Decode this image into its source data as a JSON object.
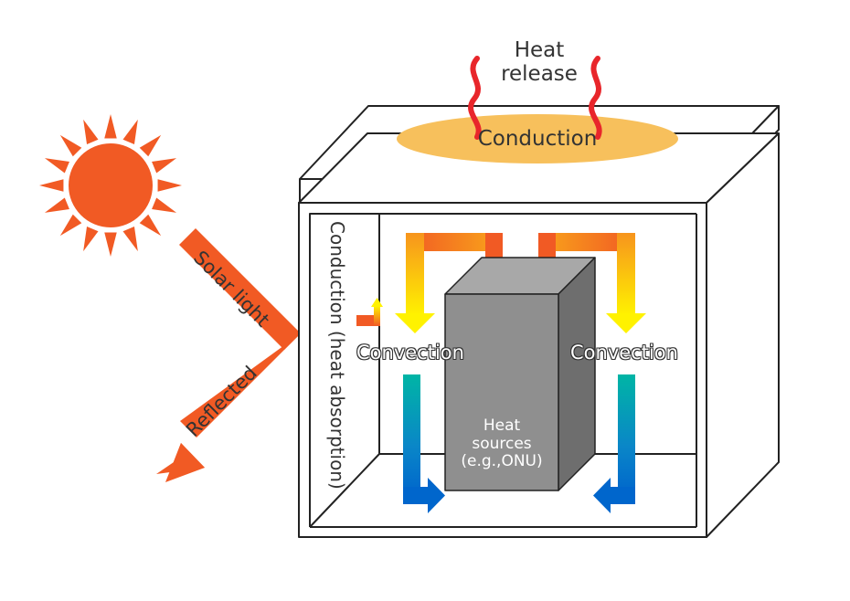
{
  "labels": {
    "heat_release": "Heat\nrelease",
    "top_conduction": "Conduction",
    "solar_light": "Solar light",
    "reflected": "Reflected",
    "side_conduction": "Conduction (heat absorption)",
    "convection_left": "Convection",
    "convection_right": "Convection",
    "heat_sources": "Heat\nsources\n(e.g.,ONU)"
  },
  "colors": {
    "sun": "#f15a24",
    "solar_arrow": "#f15a24",
    "heat_wave": "#e8262b",
    "conduction_ellipse": "#f7c05c",
    "warm_top": "#f15a24",
    "warm_bottom": "#fff200",
    "cool_top": "#00b5a5",
    "cool_bottom": "#0066cc",
    "heat_source_front": "#8f8f8f",
    "heat_source_side": "#6e6e6e",
    "heat_source_top": "#a8a8a8",
    "outline": "#222222",
    "text": "#333333"
  },
  "icons": [
    "sun-icon",
    "heat-wave-icon",
    "heat-wave-icon"
  ]
}
